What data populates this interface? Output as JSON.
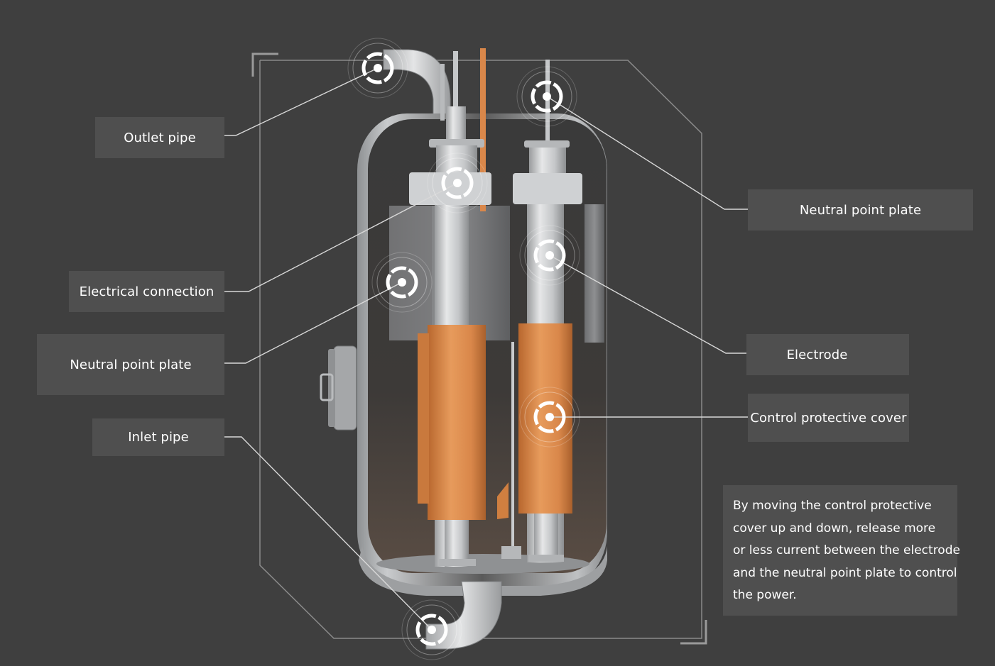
{
  "colors": {
    "background": "#3f3f3f",
    "label_bg": "#4f4f4f",
    "text": "#ffffff",
    "vessel_metal": "#cfd1d3",
    "copper": "#d98a4a",
    "leader_line": "#d8d8d8"
  },
  "labels": {
    "outlet_pipe": "Outlet pipe",
    "electrical_connection": "Electrical connection",
    "neutral_point_plate_left": "Neutral point plate",
    "inlet_pipe": "Inlet pipe",
    "neutral_point_plate_right": "Neutral point plate",
    "electrode": "Electrode",
    "control_protective_cover": "Control protective cover"
  },
  "description": {
    "lines": [
      "By moving the control protective",
      "cover up and down, release more",
      "or less current between the electrode",
      "and the neutral point plate to control",
      "the power."
    ]
  },
  "icons": {
    "marker": "target-marker-icon"
  }
}
